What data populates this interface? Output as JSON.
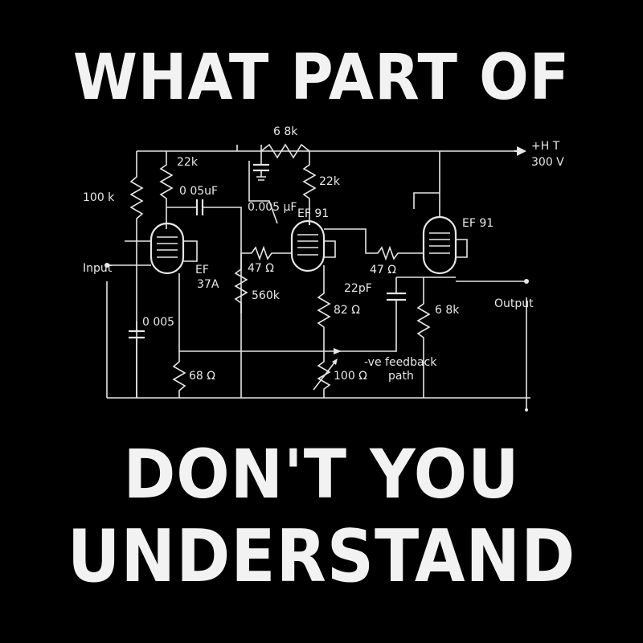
{
  "headline": {
    "line1": "WHAT PART OF",
    "line2": "DON'T YOU",
    "line3": "UNDERSTAND"
  },
  "schematic": {
    "labels": {
      "r_top": "6 8k",
      "ht": "+H T",
      "ht_voltage": "300 V",
      "r1": "22k",
      "r2": "22k",
      "r3": "100 k",
      "c1": "0 05uF",
      "c2": "0.005 μF",
      "tube1_a": "EF",
      "tube1_b": "37A",
      "tube2": "EF 91",
      "tube3": "EF 91",
      "r4": "47 Ω",
      "r5": "47 Ω",
      "r6": "560k",
      "c3": "22pF",
      "r7": "82 Ω",
      "r8": "6 8k",
      "c4": "0 005",
      "r9": "68 Ω",
      "r10": "100 Ω",
      "input": "Input",
      "output": "Output",
      "feedback1": "-ve feedback",
      "feedback2": "path"
    },
    "colors": {
      "background": "#000000",
      "ink": "#e6e6e6"
    }
  }
}
